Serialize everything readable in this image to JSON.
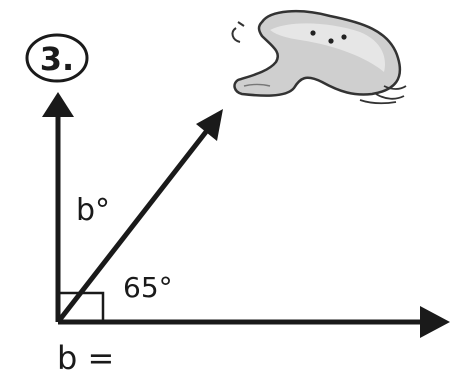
{
  "problem": {
    "number_label": "3."
  },
  "diagram": {
    "unknown_angle_label": "b°",
    "given_angle_label": "65°",
    "answer_prompt": "b =",
    "given_angle_degrees": 65,
    "right_angle_degrees": 90,
    "has_right_angle_marker": true,
    "decoration_icon": "cartoon-ghost-icon"
  }
}
